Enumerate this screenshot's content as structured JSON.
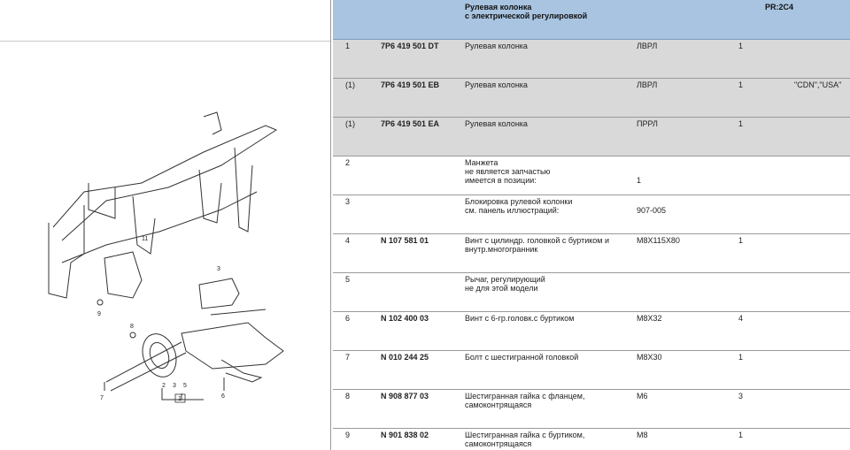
{
  "header": {
    "title_line1": "Рулевая колонка",
    "title_line2": "с электрической регулировкой",
    "pr_code": "PR:2C4"
  },
  "diagram": {
    "callouts": [
      "11",
      "3",
      "9",
      "8",
      "6",
      "7",
      "2",
      "3",
      "5",
      "1"
    ]
  },
  "rows": [
    {
      "pos": "1",
      "part": "7P6 419 501 DT",
      "desc": [
        "Рулевая колонка"
      ],
      "remark": "ЛВРЛ",
      "qty": "1",
      "model": "",
      "highlight": true
    },
    {
      "pos": "(1)",
      "part": "7P6 419 501 EB",
      "desc": [
        "Рулевая колонка"
      ],
      "remark": "ЛВРЛ",
      "qty": "1",
      "model": "\"CDN\",\"USA\"",
      "highlight": true
    },
    {
      "pos": "(1)",
      "part": "7P6 419 501 EA",
      "desc": [
        "Рулевая колонка"
      ],
      "remark": "ПРРЛ",
      "qty": "1",
      "model": "",
      "highlight": true
    },
    {
      "pos": "2",
      "part": "",
      "desc": [
        "Манжета",
        "не является запчастью",
        "имеется в позиции:"
      ],
      "remark": "",
      "qty": "",
      "model": "",
      "remark_line3": "1",
      "highlight": false
    },
    {
      "pos": "3",
      "part": "",
      "desc": [
        "Блокировка рулевой колонки",
        "см. панель иллюстраций:"
      ],
      "remark": "",
      "qty": "",
      "model": "",
      "remark_line2": "907-005",
      "highlight": false
    },
    {
      "pos": "4",
      "part": "N 107 581 01",
      "desc": [
        "Винт с цилиндр. головкой с буртиком и",
        "внутр.многогранник"
      ],
      "remark": "M8X115X80",
      "qty": "1",
      "model": "",
      "highlight": false
    },
    {
      "pos": "5",
      "part": "",
      "desc": [
        "Рычаг, регулирующий",
        "не для этой модели"
      ],
      "remark": "",
      "qty": "",
      "model": "",
      "highlight": false
    },
    {
      "pos": "6",
      "part": "N 102 400 03",
      "desc": [
        "Винт с 6-гр.головк.с буртиком"
      ],
      "remark": "M8X32",
      "qty": "4",
      "model": "",
      "highlight": false
    },
    {
      "pos": "7",
      "part": "N 010 244 25",
      "desc": [
        "Болт с шестигранной головкой"
      ],
      "remark": "M8X30",
      "qty": "1",
      "model": "",
      "highlight": false
    },
    {
      "pos": "8",
      "part": "N 908 877 03",
      "desc": [
        "Шестигранная гайка с фланцем,",
        "самоконтрящаяся"
      ],
      "remark": "M6",
      "qty": "3",
      "model": "",
      "highlight": false
    },
    {
      "pos": "9",
      "part": "N 901 838 02",
      "desc": [
        "Шестигранная гайка с буртиком,",
        "самоконтрящаяся"
      ],
      "remark": "M8",
      "qty": "1",
      "model": "",
      "highlight": false
    }
  ]
}
